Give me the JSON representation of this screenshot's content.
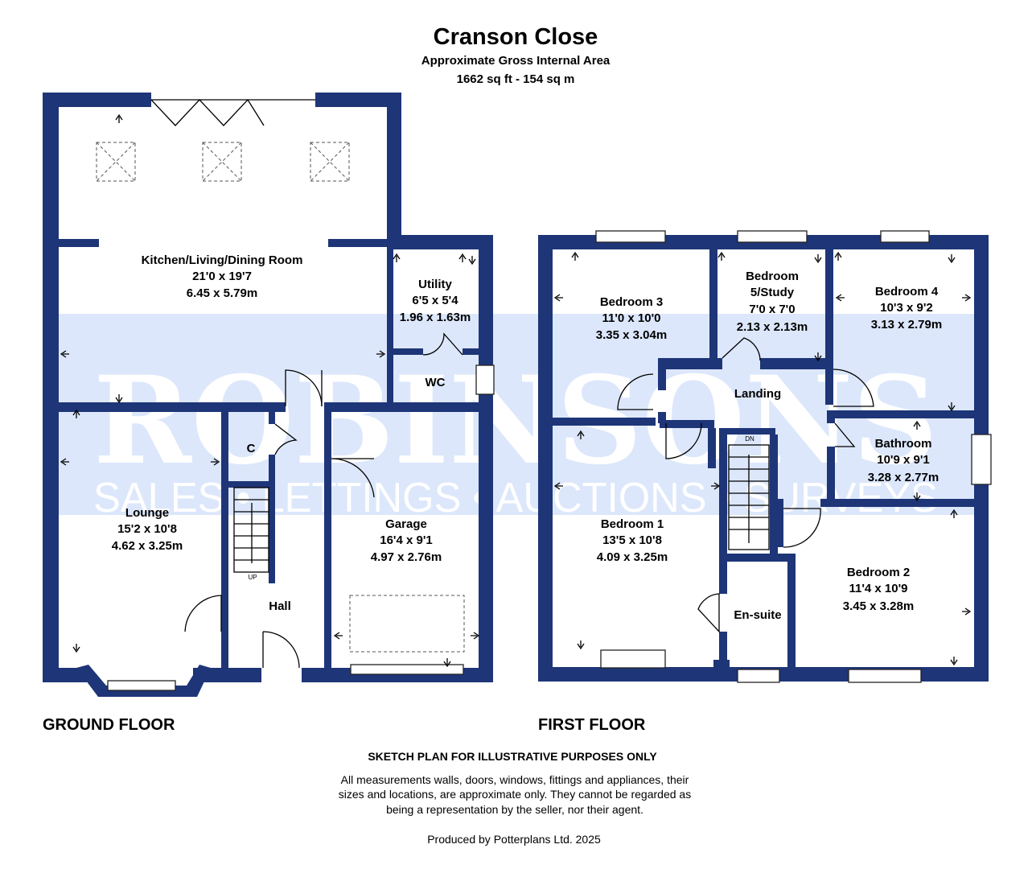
{
  "header": {
    "title": "Cranson Close",
    "area_label": "Approximate Gross Internal Area",
    "area_value": "1662 sq ft - 154 sq m"
  },
  "watermark": {
    "brand": "ROBINSONS",
    "tagline": "SALES • LETTINGS • AUCTIONS • SURVEYS"
  },
  "ground_floor": {
    "label": "GROUND FLOOR",
    "rooms": {
      "kitchen": {
        "name": "Kitchen/Living/Dining Room",
        "imperial": "21'0 x 19'7",
        "metric": "6.45 x 5.79m"
      },
      "utility": {
        "name": "Utility",
        "imperial": "6'5 x 5'4",
        "metric": "1.96 x 1.63m"
      },
      "wc": {
        "name": "WC"
      },
      "cupboard": {
        "name": "C"
      },
      "lounge": {
        "name": "Lounge",
        "imperial": "15'2 x 10'8",
        "metric": "4.62 x 3.25m"
      },
      "garage": {
        "name": "Garage",
        "imperial": "16'4 x 9'1",
        "metric": "4.97 x 2.76m"
      },
      "hall": {
        "name": "Hall"
      }
    },
    "stairs_label": "UP"
  },
  "first_floor": {
    "label": "FIRST FLOOR",
    "rooms": {
      "bedroom3": {
        "name": "Bedroom 3",
        "imperial": "11'0 x 10'0",
        "metric": "3.35 x 3.04m"
      },
      "bedroom5": {
        "name": "Bedroom",
        "name2": "5/Study",
        "imperial": "7'0 x 7'0",
        "metric": "2.13 x 2.13m"
      },
      "bedroom4": {
        "name": "Bedroom 4",
        "imperial": "10'3 x 9'2",
        "metric": "3.13 x 2.79m"
      },
      "landing": {
        "name": "Landing"
      },
      "bathroom": {
        "name": "Bathroom",
        "imperial": "10'9 x 9'1",
        "metric": "3.28 x 2.77m"
      },
      "bedroom1": {
        "name": "Bedroom 1",
        "imperial": "13'5 x 10'8",
        "metric": "4.09 x 3.25m"
      },
      "bedroom2": {
        "name": "Bedroom 2",
        "imperial": "11'4 x 10'9",
        "metric": "3.45 x 3.28m"
      },
      "ensuite": {
        "name": "En-suite"
      }
    },
    "stairs_label": "DN"
  },
  "footer": {
    "disclaimer_title": "SKETCH PLAN FOR ILLUSTRATIVE PURPOSES ONLY",
    "disclaimer_line1": "All measurements walls, doors, windows, fittings and appliances, their",
    "disclaimer_line2": "sizes and locations, are approximate only. They cannot be regarded as",
    "disclaimer_line3": "being a representation by the seller, nor their agent.",
    "producer": "Produced by Potterplans Ltd. 2025"
  },
  "colors": {
    "wall": "#1e3577",
    "watermark_band": "#dce7fb",
    "text": "#000000"
  }
}
